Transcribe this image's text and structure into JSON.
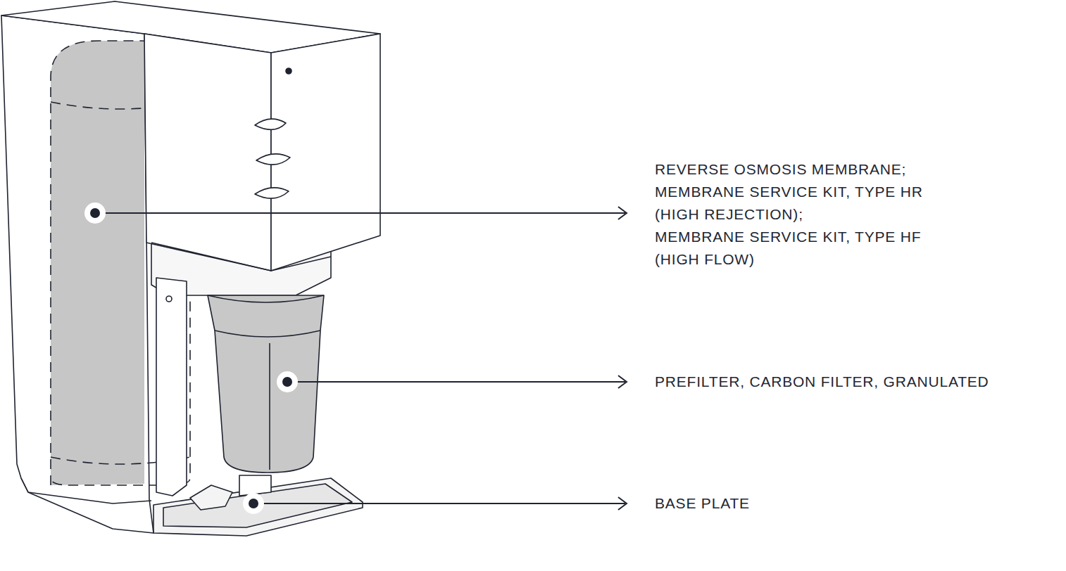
{
  "diagram": {
    "labels": [
      "REVERSE OSMOSIS MEMBRANE;",
      "MEMBRANE SERVICE KIT, TYPE HR (HIGH REJECTION);",
      "MEMBRANE SERVICE KIT, TYPE HF (HIGH FLOW)",
      "PREFILTER, CARBON FILTER, GRANULATED",
      "BASE PLATE"
    ]
  }
}
